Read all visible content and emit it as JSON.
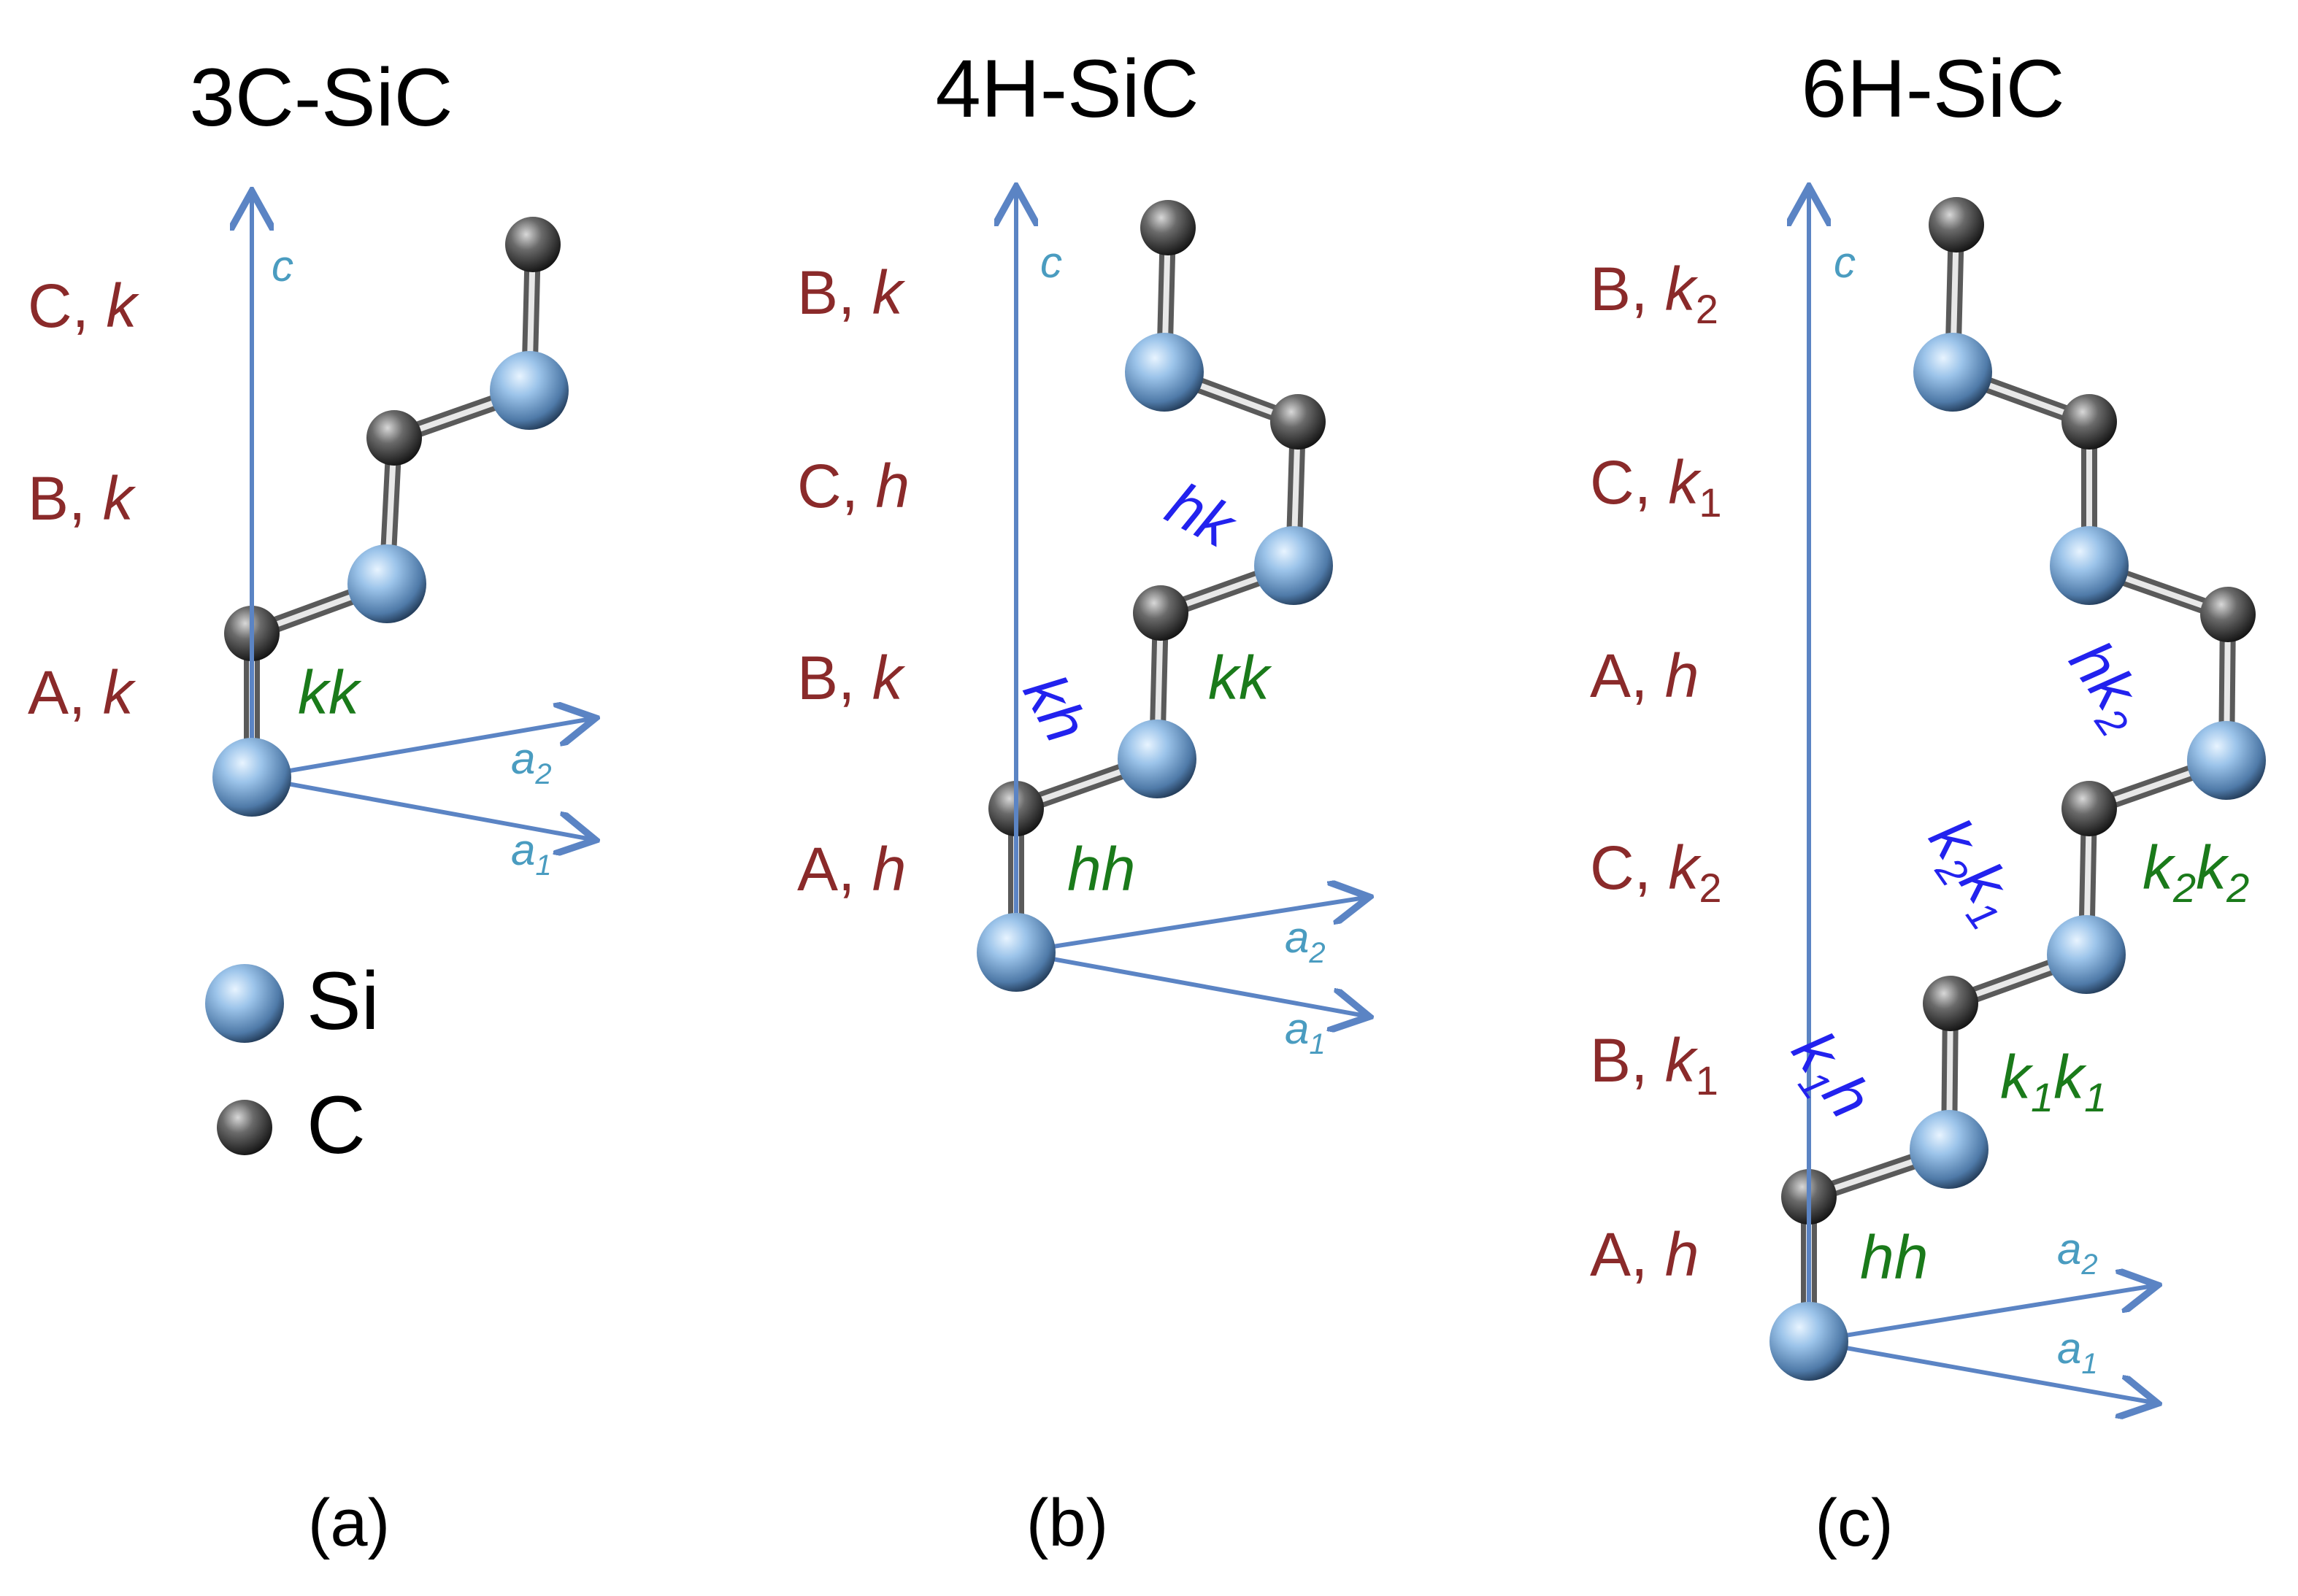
{
  "panels": [
    {
      "title": "3C-SiC",
      "caption": "(a)",
      "layers": [
        {
          "letter": "C",
          "site": "k",
          "sub": ""
        },
        {
          "letter": "B",
          "site": "k",
          "sub": ""
        },
        {
          "letter": "A",
          "site": "k",
          "sub": ""
        }
      ],
      "green_labels": [
        {
          "text": "kk"
        }
      ],
      "blue_labels": []
    },
    {
      "title": "4H-SiC",
      "caption": "(b)",
      "layers": [
        {
          "letter": "B",
          "site": "k",
          "sub": ""
        },
        {
          "letter": "C",
          "site": "h",
          "sub": ""
        },
        {
          "letter": "B",
          "site": "k",
          "sub": ""
        },
        {
          "letter": "A",
          "site": "h",
          "sub": ""
        }
      ],
      "green_labels": [
        {
          "text": "kk"
        },
        {
          "text": "hh"
        }
      ],
      "blue_labels": [
        {
          "text": "hk"
        },
        {
          "text": "kh"
        }
      ]
    },
    {
      "title": "6H-SiC",
      "caption": "(c)",
      "layers": [
        {
          "letter": "B",
          "site": "k",
          "sub": "2"
        },
        {
          "letter": "C",
          "site": "k",
          "sub": "1"
        },
        {
          "letter": "A",
          "site": "h",
          "sub": ""
        },
        {
          "letter": "C",
          "site": "k",
          "sub": "2"
        },
        {
          "letter": "B",
          "site": "k",
          "sub": "1"
        },
        {
          "letter": "A",
          "site": "h",
          "sub": ""
        }
      ],
      "green_labels": [
        {
          "parts": [
            [
              "k",
              "1"
            ],
            [
              "k",
              "1"
            ]
          ]
        },
        {
          "parts": [
            [
              "k",
              "2"
            ],
            [
              "k",
              "2"
            ]
          ]
        },
        {
          "parts": [
            [
              "h",
              ""
            ],
            [
              "h",
              ""
            ]
          ]
        }
      ],
      "blue_labels": [
        {
          "parts": [
            [
              "h",
              ""
            ],
            [
              "k",
              "2"
            ]
          ]
        },
        {
          "parts": [
            [
              "k",
              "2"
            ],
            [
              "k",
              "1"
            ]
          ]
        },
        {
          "parts": [
            [
              "k",
              "1"
            ],
            [
              "h",
              ""
            ]
          ]
        }
      ]
    }
  ],
  "axes": {
    "c": "c",
    "a": "a",
    "a1_sub": "1",
    "a2_sub": "2"
  },
  "legend": {
    "si": "Si",
    "c": "C"
  },
  "colors": {
    "layer_text": "#8a2a2a",
    "green_site": "#1a7a1a",
    "blue_site": "#2222ee",
    "axis": "#5b84c4",
    "axis_label": "#4a9cc0",
    "si_atom": "#8fb8e0",
    "c_atom": "#3a3a3a"
  }
}
